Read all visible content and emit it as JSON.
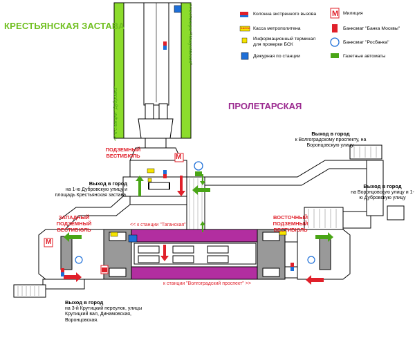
{
  "stations": {
    "krestyanskaya": "КРЕСТЬЯНСКАЯ ЗАСТАВА",
    "proletarskaya": "ПРОЛЕТАРСКАЯ"
  },
  "directions": {
    "to_kozhukhovskaya": "<< к станции \"Кожуховская\"",
    "to_dubrovka": "<< к станции \"Дубровка\"",
    "to_taganskaya": "<< к станции \"Таганская\"",
    "to_volgogradsky": "к станции \"Волгоградский проспект\" >>"
  },
  "vestibules": {
    "underground": "ПОДЗЕМНЫЙ ВЕСТИБЮЛЬ",
    "west": "ЗАПАДНЫЙ ПОДЗЕМНЫЙ ВЕСТИБЮЛЬ",
    "east": "ВОСТОЧНЫЙ ПОДЗЕМНЫЙ ВЕСТИБЮЛЬ"
  },
  "exits": [
    {
      "id": "ne",
      "title": "Выход в город",
      "text": "к Волгоградскому проспекту, на Воронцовскую улицу."
    },
    {
      "id": "e",
      "title": "Выход в город",
      "text": "на Воронцовскую улицу и 1-ю Дубровскую улицу"
    },
    {
      "id": "w",
      "title": "Выход в город",
      "text": "на 1-ю Дубровскую улицу и площадь Крестьянская застава."
    },
    {
      "id": "sw",
      "title": "Выход в город",
      "text": "на 3-й Крутицкий переулок, улицы Крутицкий вал, Динамовская, Воронцовская."
    }
  ],
  "legend": [
    {
      "icon": "emergency-call-icon",
      "color": "#e0202a",
      "text": "Колонна экстренного вызова"
    },
    {
      "icon": "ticket-office-icon",
      "color": "#f5e400",
      "text": "Касса метрополитена"
    },
    {
      "icon": "info-terminal-icon",
      "color": "#f5e400",
      "text": "Информационный терминал для проверки БСК"
    },
    {
      "icon": "station-duty-icon",
      "color": "#1e6fd8",
      "text": "Дежурная по станции"
    },
    {
      "icon": "police-icon",
      "color": "#e0202a",
      "text": "Милиция"
    },
    {
      "icon": "atm-bank-moscow-icon",
      "color": "#e0202a",
      "text": "Банкомат \"Банка Москвы\""
    },
    {
      "icon": "atm-rosbank-icon",
      "color": "#1e6fd8",
      "text": "Банкомат \"Росбанка\""
    },
    {
      "icon": "newspaper-machine-icon",
      "color": "#49a516",
      "text": "Газетные автоматы"
    }
  ],
  "labels": {
    "kassa": "КАССА",
    "police_letter": "М"
  },
  "colors": {
    "krestyanskaya_line": "#8cdc2c",
    "proletarskaya_line": "#b22ea0",
    "red": "#e0202a",
    "green": "#49a516"
  }
}
